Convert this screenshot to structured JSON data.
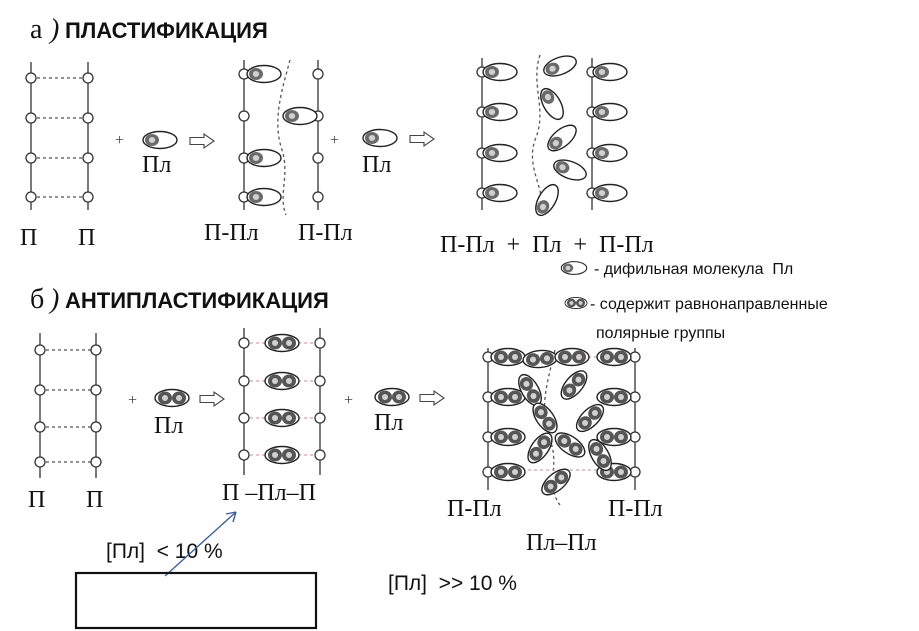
{
  "section_a": {
    "letter": "а",
    "paren": ")",
    "title": "ПЛАСТИФИКАЦИЯ",
    "plus": "+",
    "pl": "Пл",
    "label_P": "П",
    "label_PPl": "П-Пл",
    "label_bottom_3": "П-Пл  +  Пл  +  П-Пл"
  },
  "section_b": {
    "letter": "б",
    "paren": ")",
    "title": "АНТИПЛАСТИФИКАЦИЯ",
    "plus": "+",
    "pl": "Пл",
    "label_P": "П",
    "label_mid": "П –Пл–П",
    "label_PPl": "П-Пл",
    "label_PlPl": "Пл–Пл"
  },
  "legend": {
    "item1": "- дифильная молекула  Пл",
    "item2_line1": "- содержит равнонаправленные",
    "item2_line2": "полярные группы"
  },
  "concentration": {
    "low": "[Пл]  < 10 %",
    "high": "[Пл]  >> 10 %"
  }
}
